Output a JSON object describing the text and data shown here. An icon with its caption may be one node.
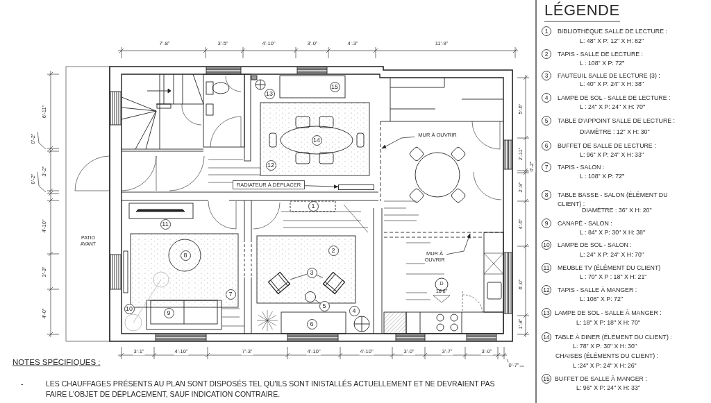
{
  "diagram": {
    "nodes": [
      {
        "text": [
          "MUR À OUVRIR"
        ]
      },
      {
        "text": [
          "RADIATEUR À DÉPLACER"
        ]
      },
      {
        "text": [],
        "shape": "bar"
      },
      {
        "text": [
          "3"
        ]
      },
      {
        "text": [],
        "shape": "picture"
      },
      {
        "text": [],
        "shape": "picture"
      },
      {
        "text": [],
        "shape": "circle"
      },
      {
        "text": [
          "5"
        ]
      },
      {
        "text": [
          "MUR À OUVRIR"
        ]
      },
      {
        "text": [
          "15"
        ]
      },
      {
        "text": [
          "13"
        ]
      },
      {
        "text": [
          "14"
        ]
      },
      {
        "text": [
          "12"
        ]
      },
      {
        "text": [
          "1"
        ]
      },
      {
        "text": [
          "11"
        ]
      },
      {
        "text": [
          "2"
        ]
      },
      {
        "text": [
          "8"
        ]
      },
      {
        "text": [
          "7"
        ]
      },
      {
        "text": [
          "4"
        ]
      },
      {
        "text": [
          "10"
        ]
      },
      {
        "text": [
          "9"
        ]
      },
      {
        "text": [
          "6"
        ]
      }
    ],
    "edges": [
      {
        "from": 0,
        "to": null,
        "arrow": "to"
      },
      {
        "from": 1,
        "to": 2,
        "arrow": "to"
      },
      {
        "from": 3,
        "to": 4,
        "arrow": "none"
      },
      {
        "from": 3,
        "to": 5,
        "arrow": "none"
      },
      {
        "from": 7,
        "to": 6,
        "arrow": "none"
      },
      {
        "from": 8,
        "to": null,
        "arrow": "to"
      }
    ],
    "labels": [
      "7'-8\"",
      "3'-5\"",
      "4'-10\"",
      "3'-0\"",
      "4'-3\"",
      "11'-9\"",
      "6'-11\"",
      "0'-2\"",
      "3'-2\"",
      "0'-2\"",
      "4'-10\"",
      "3'-3\"",
      "4'-0\"",
      "5'-6\"",
      "2'-11\"",
      "0'-2\"",
      "2'-9\"",
      "4'-6\"",
      "6'-0\"",
      "1'-8\"",
      "PATIO AVANT",
      "D",
      "18'8\"",
      "3'-1\"",
      "4'-10\"",
      "7'-3\"",
      "4'-10\"",
      "4'-10\"",
      "3'-0\"",
      "3'-7\"",
      "3'-0\"",
      "0'-7\"",
      "NOTES SPÉCIFIQUES :",
      "-",
      "LES CHAUFFAGES PRÉSENTS AU PLAN SONT DISPOSÉS TEL QU'ILS SONT INISTALLÉS ACTUELLEMENT ET NE DEVRAIENT PAS FAIRE L'OBJET DE DÉPLACEMENT, SAUF INDICATION CONTRAIRE.",
      "LÉGENDE",
      "1",
      "BIBLIOTHÈQUE SALLE DE LECTURE :",
      "L: 48\" X P: 12\" X H: 82\"",
      "2",
      "TAPIS - SALLE DE LECTURE :",
      "L : 108\" X P: 72‴",
      "3",
      "FAUTEUIL SALLE DE LECTURE (3) :",
      "L: 40\" X P: 24\" X H: 38\"",
      "4",
      "LAMPE DE SOL - SALLE DE LECTURE :",
      "L : 24\" X P: 24\" X H: 70‴",
      "5",
      "TABLE D'APPOINT SALLE DE LECTURE :",
      "DIAMÈTRE : 12\" X H: 30\"",
      "6",
      "BUFFET DE SALLE DE LECTURE :",
      "L: 96\" X P: 24\" X H: 33\"",
      "7",
      "TAPIS - SALON :",
      "L : 108\" X P: 72‴",
      "8",
      "TABLE BASSE - SALON (ÉLÉMENT DU CLIENT) :",
      "DIAMÈTRE : 36\" X H: 20\"",
      "9",
      "CANAPÉ - SALON :",
      "L : 84\" X P: 30\" X H: 38\"",
      "10",
      "LAMPE DE SOL - SALON :",
      "L: 24\" X P: 24\" X H: 70\"",
      "11",
      "MEUBLE TV (ÉLÉMENT DU CLIENT)",
      "L : 70\" X P : 18\" X H: 21\"",
      "12",
      "TAPIS - SALLE À MANGER :",
      "L: 108\" X P: 72\"",
      "13",
      "LAMPE DE SOL - SALLE À MANGER :",
      "L: 18\" X P: 18\" X H: 70\"",
      "14",
      "TABLE À DINER (ÉLÉMENT DU CLIENT) :",
      "L: 78\" X P: 30\" X H: 30\"",
      "CHAISES (ÉLÉMENTS DU CLIENT) :",
      "L :24\" X P: 24\" X H: 26\"",
      "15",
      "BUFFET DE SALLE À MANGER :",
      "L: 96\" X P: 24\" X H: 33\""
    ]
  }
}
